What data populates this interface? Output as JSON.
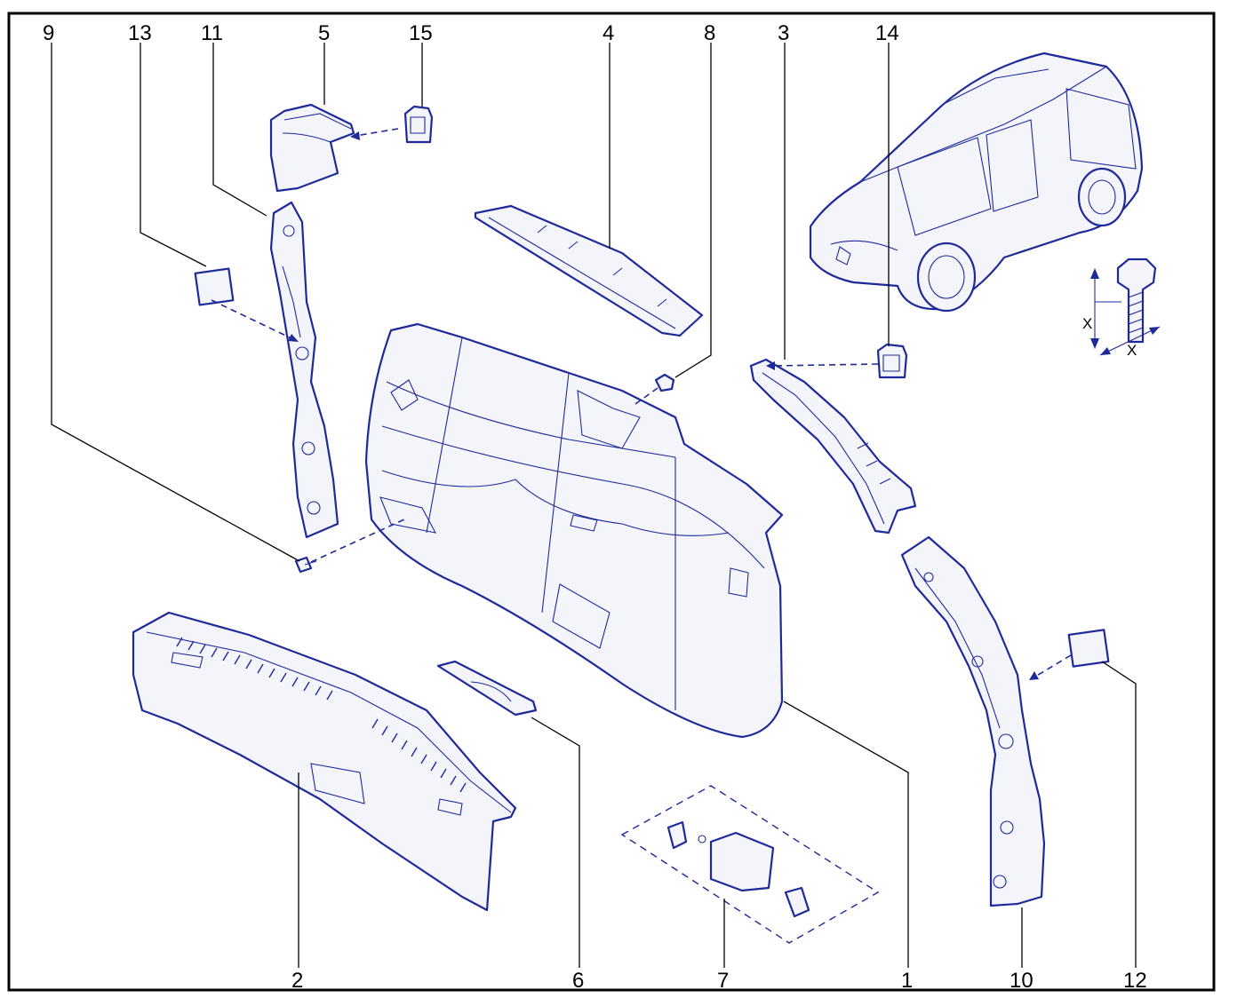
{
  "diagram": {
    "callouts": [
      {
        "id": "c9",
        "label": "9"
      },
      {
        "id": "c13",
        "label": "13"
      },
      {
        "id": "c11",
        "label": "11"
      },
      {
        "id": "c5",
        "label": "5"
      },
      {
        "id": "c15",
        "label": "15"
      },
      {
        "id": "c4",
        "label": "4"
      },
      {
        "id": "c8",
        "label": "8"
      },
      {
        "id": "c3",
        "label": "3"
      },
      {
        "id": "c14",
        "label": "14"
      },
      {
        "id": "c2",
        "label": "2"
      },
      {
        "id": "c6",
        "label": "6"
      },
      {
        "id": "c7",
        "label": "7"
      },
      {
        "id": "c1",
        "label": "1"
      },
      {
        "id": "c10",
        "label": "10"
      },
      {
        "id": "c12",
        "label": "12"
      }
    ],
    "dimension_labels": {
      "height_x": "X",
      "width_x": "X"
    },
    "colors": {
      "line": "#1e2a9a",
      "fill": "#f4f4fb",
      "frame": "#000000"
    }
  }
}
